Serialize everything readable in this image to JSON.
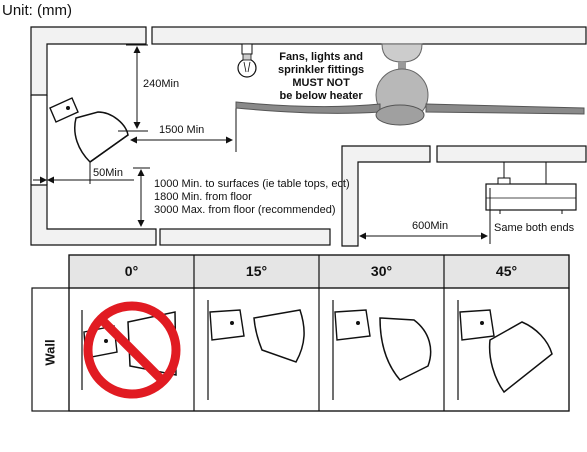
{
  "title": "Unit: (mm)",
  "dimensions": {
    "ceiling_gap": "240Min",
    "fan_distance": "1500 Min",
    "wall_gap": "50Min",
    "side_distance": "600Min"
  },
  "notes": {
    "fan_lines": [
      "Fans, lights and",
      "sprinkler fittings",
      "MUST NOT",
      "be below heater"
    ],
    "floor_lines": [
      "1000 Min. to surfaces (ie table tops, ect)",
      "1800 Min. from floor",
      "3000 Max. from floor (recommended)"
    ],
    "both_ends": "Same both ends"
  },
  "table": {
    "row_label": "Wall",
    "angles": [
      "0°",
      "15°",
      "30°",
      "45°"
    ],
    "prohibited_angle": "0°"
  },
  "colors": {
    "ink": "#111111",
    "wall_fill": "#f2f2f2",
    "header_fill": "#e5e5e5",
    "prohibited": "#e11b22"
  }
}
